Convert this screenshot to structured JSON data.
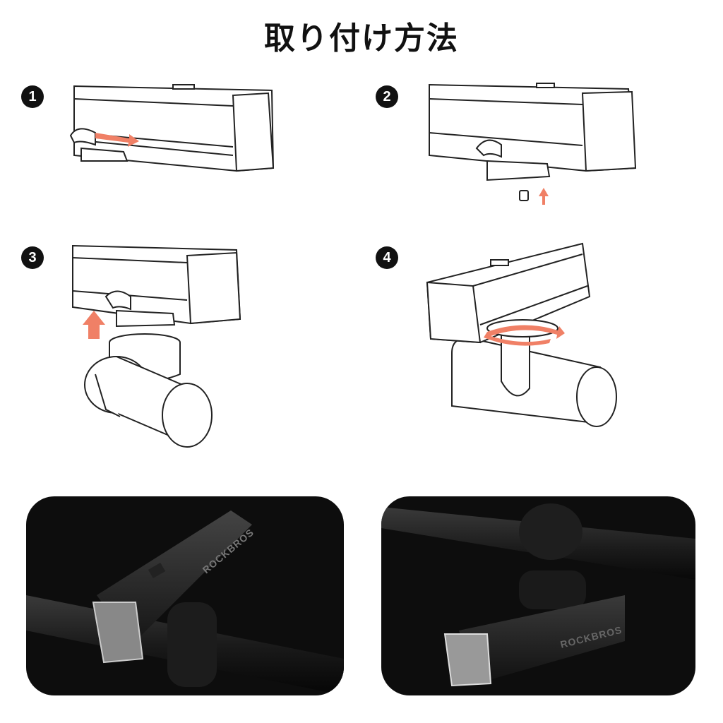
{
  "title": "取り付け方法",
  "steps": [
    {
      "number": "1"
    },
    {
      "number": "2"
    },
    {
      "number": "3"
    },
    {
      "number": "4"
    }
  ],
  "brand_logo": "ROCKBROS",
  "colors": {
    "arrow": "#f08066",
    "line": "#222222",
    "photo_bg": "#0d0d0d"
  }
}
